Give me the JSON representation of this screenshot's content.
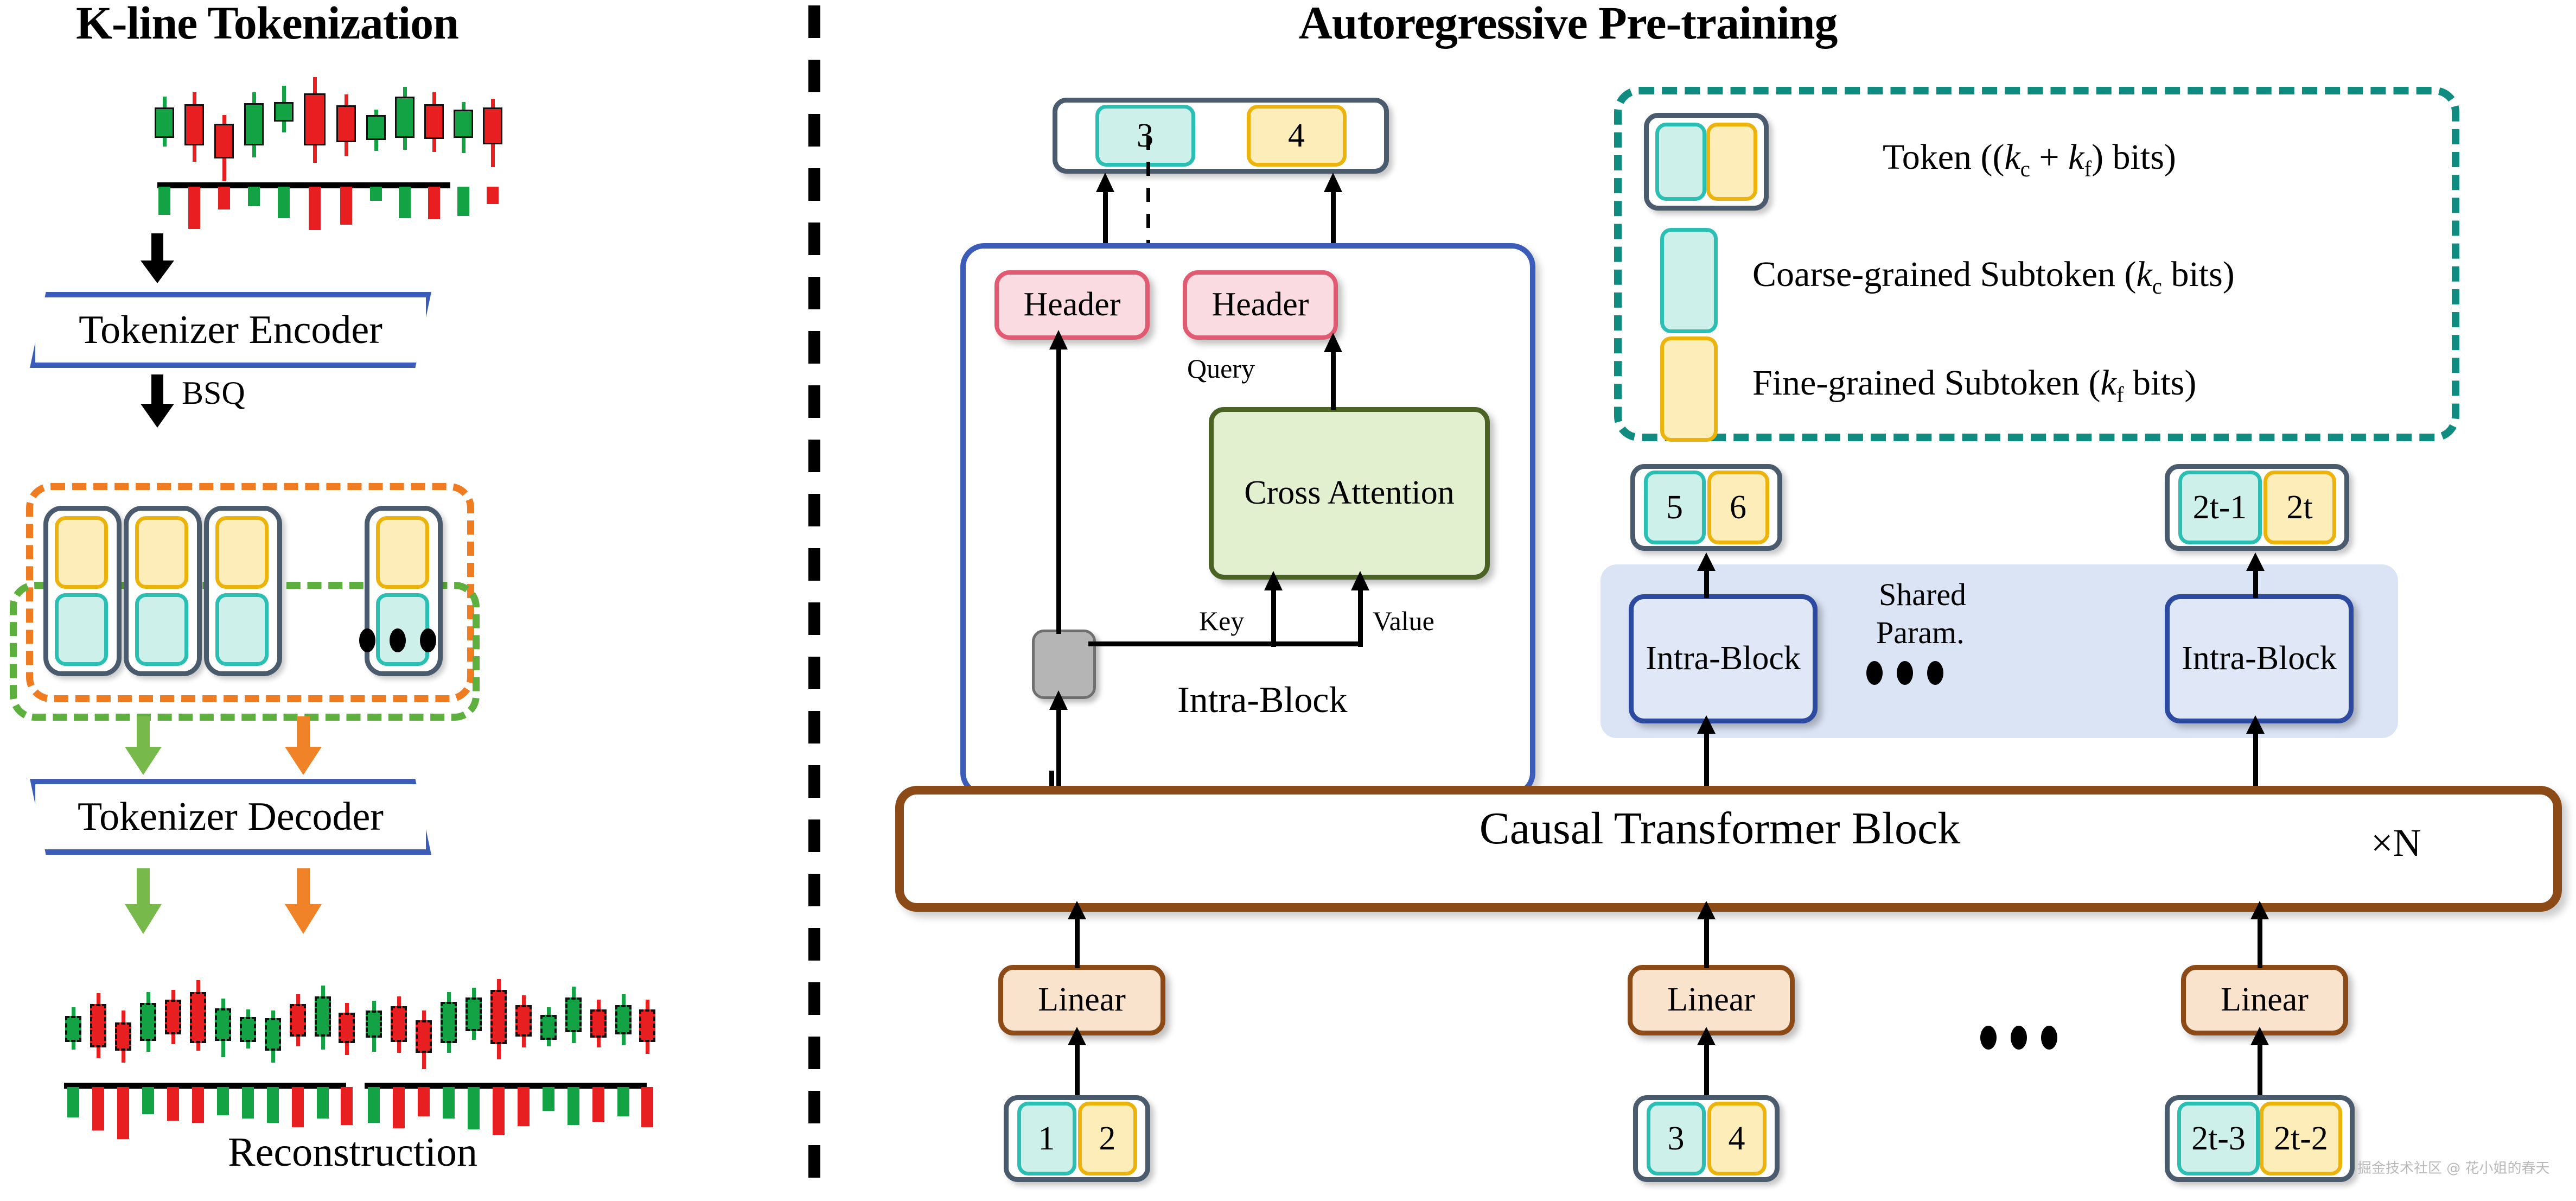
{
  "titles": {
    "left": "K-line Tokenization",
    "right": "Autoregressive Pre-training"
  },
  "left_panel": {
    "encoder_label": "Tokenizer Encoder",
    "decoder_label": "Tokenizer Decoder",
    "bsq_label": "BSQ",
    "reconstruction_label": "Reconstruction",
    "ellipsis": "• • •",
    "colors": {
      "trapezoid_border": "#3b5cb8",
      "coarse_fill": "#cdf0ea",
      "coarse_border": "#2bbfb3",
      "fine_fill": "#fdeeb9",
      "fine_border": "#edb30d",
      "token_border": "#4a5b6e",
      "orange_dash": "#f07c22",
      "green_dash": "#5db03d",
      "candle_up": "#13a345",
      "candle_down": "#e81f20"
    }
  },
  "right_panel": {
    "output_token": {
      "coarse": "3",
      "fine": "4"
    },
    "intra_block_detail": {
      "header_left": "Header",
      "header_right": "Header",
      "cross_attention": "Cross Attention",
      "query": "Query",
      "key": "Key",
      "value": "Value",
      "caption": "Intra-Block"
    },
    "legend": {
      "items": [
        {
          "icon": "token-pair-swatch",
          "text": "Token ((k_c + k_f) bits)",
          "html": "Token ((<i>k</i><sub>c</sub> + <i>k</i><sub>f</sub>) bits)"
        },
        {
          "icon": "coarse-swatch",
          "text": "Coarse-grained Subtoken (k_c bits)",
          "html": "Coarse-grained Subtoken (<i>k</i><sub>c</sub> bits)"
        },
        {
          "icon": "fine-swatch",
          "text": "Fine-grained Subtoken (k_f bits)",
          "html": "Fine-grained Subtoken (<i>k</i><sub>f</sub> bits)"
        }
      ],
      "border_color": "#0f8b80"
    },
    "predicted_tokens": [
      {
        "coarse": "5",
        "fine": "6"
      },
      {
        "coarse": "2t-1",
        "fine": "2t"
      }
    ],
    "shared_blocks": {
      "label_line1": "Shared",
      "label_line2": "Param.",
      "block_label": "Intra-Block",
      "ellipsis": "• • •"
    },
    "transformer": {
      "label": "Causal Transformer Block",
      "repeat": "×N"
    },
    "linear_label": "Linear",
    "input_tokens": [
      {
        "coarse": "1",
        "fine": "2"
      },
      {
        "coarse": "3",
        "fine": "4"
      },
      {
        "coarse": "2t-3",
        "fine": "2t-2"
      }
    ],
    "bottom_ellipsis": "• • •"
  },
  "watermark": "掘金技术社区 @ 花小姐的春天"
}
